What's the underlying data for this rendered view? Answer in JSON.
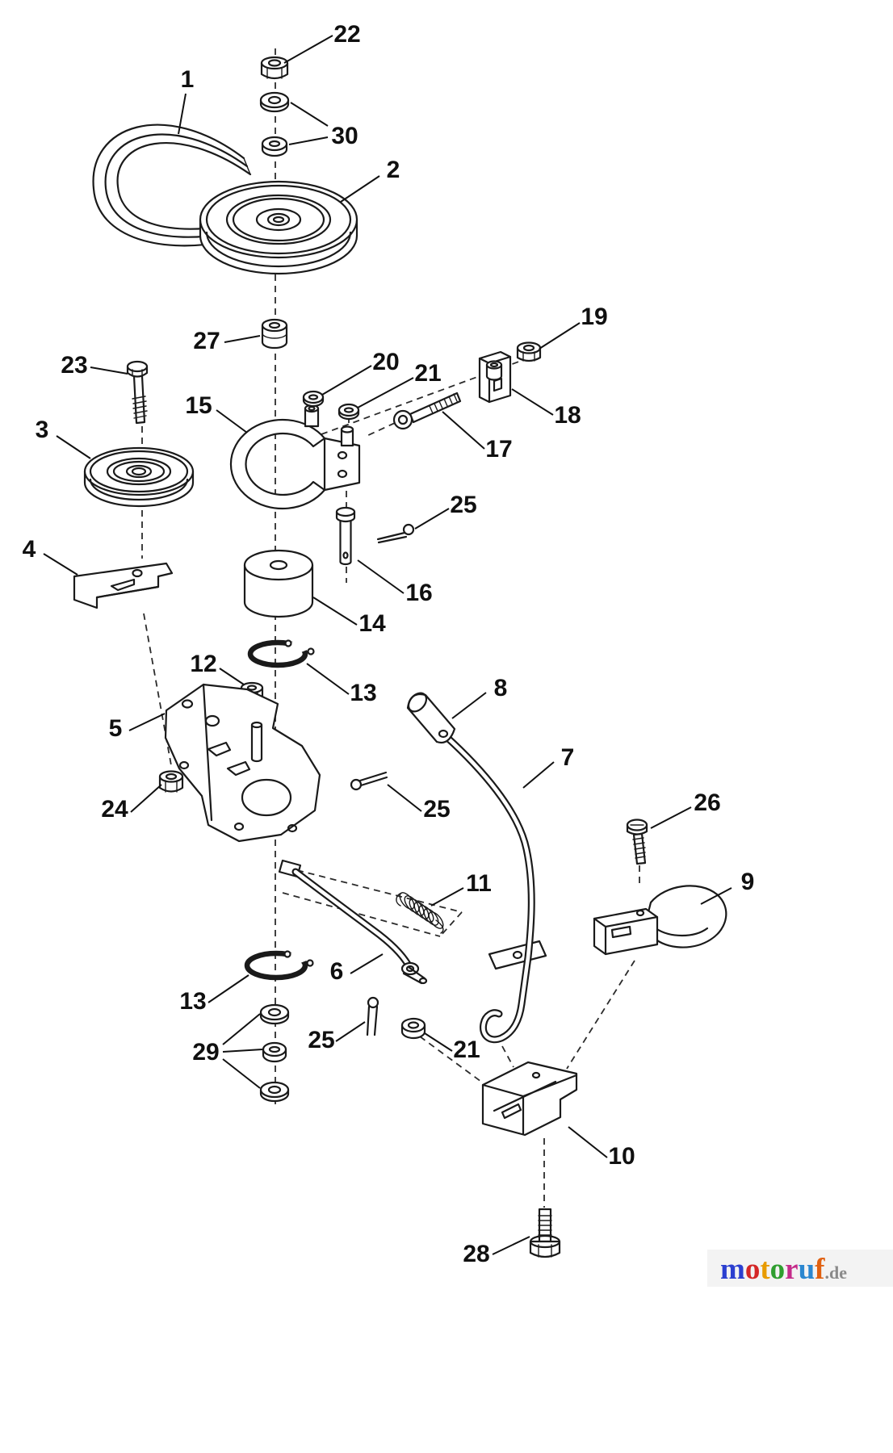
{
  "labels": [
    {
      "text": "22"
    },
    {
      "text": "30"
    },
    {
      "text": "1"
    },
    {
      "text": "2"
    },
    {
      "text": "27"
    },
    {
      "text": "23"
    },
    {
      "text": "20"
    },
    {
      "text": "21"
    },
    {
      "text": "19"
    },
    {
      "text": "18"
    },
    {
      "text": "17"
    },
    {
      "text": "15"
    },
    {
      "text": "3"
    },
    {
      "text": "25"
    },
    {
      "text": "16"
    },
    {
      "text": "4"
    },
    {
      "text": "14"
    },
    {
      "text": "13"
    },
    {
      "text": "12"
    },
    {
      "text": "8"
    },
    {
      "text": "5"
    },
    {
      "text": "7"
    },
    {
      "text": "24"
    },
    {
      "text": "25"
    },
    {
      "text": "26"
    },
    {
      "text": "11"
    },
    {
      "text": "9"
    },
    {
      "text": "6"
    },
    {
      "text": "13"
    },
    {
      "text": "25"
    },
    {
      "text": "21"
    },
    {
      "text": "29"
    },
    {
      "text": "10"
    },
    {
      "text": "28"
    }
  ],
  "watermark": {
    "text": "motoruf.de",
    "letters": [
      {
        "ch": "m",
        "color": "#2b3fd0"
      },
      {
        "ch": "o",
        "color": "#d42727"
      },
      {
        "ch": "t",
        "color": "#e89b00"
      },
      {
        "ch": "o",
        "color": "#2f9e2f"
      },
      {
        "ch": "r",
        "color": "#c42b8a"
      },
      {
        "ch": "u",
        "color": "#2b87d0"
      },
      {
        "ch": "f",
        "color": "#e06010"
      }
    ],
    "tld": ".de",
    "tld_color": "#8a8a8a"
  }
}
